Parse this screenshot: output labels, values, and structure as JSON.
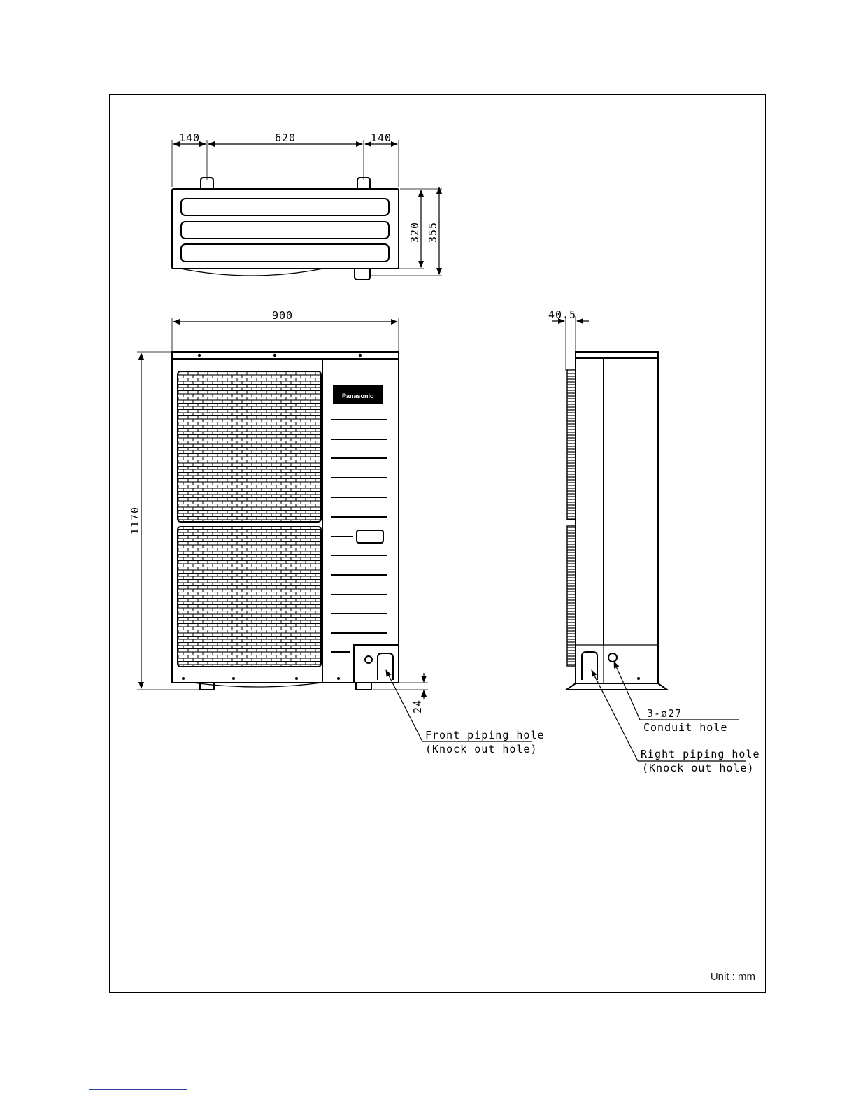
{
  "brand_logo": "Panasonic",
  "unit_label": "Unit : mm",
  "top_view": {
    "dim_left": "140",
    "dim_center": "620",
    "dim_right": "140",
    "dim_depth_inner": "320",
    "dim_depth_outer": "355"
  },
  "front_view": {
    "dim_width": "900",
    "dim_height": "1170",
    "dim_base": "24",
    "front_hole_line1": "Front piping hole",
    "front_hole_line2": "(Knock out hole)"
  },
  "side_view": {
    "dim_offset": "40.5",
    "conduit_line1": "3-ø27",
    "conduit_line2": "Conduit hole",
    "right_hole_line1": "Right piping hole",
    "right_hole_line2": "(Knock out hole)"
  }
}
